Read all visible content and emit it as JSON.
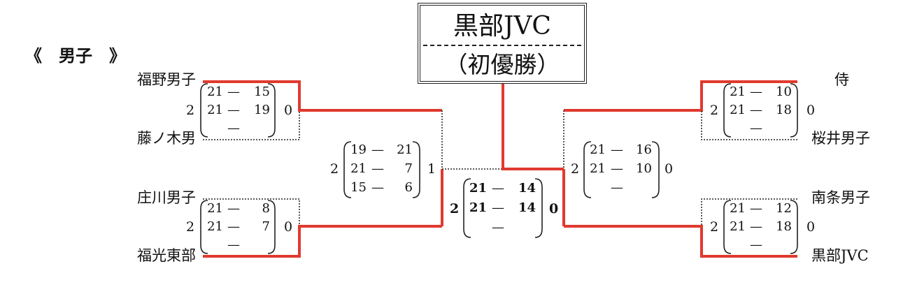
{
  "section_title": "《　男子　》",
  "champion": {
    "name": "黒部JVC",
    "note": "（初優勝）"
  },
  "colors": {
    "winner_line": "#e03a2f",
    "loser_line": "#222222"
  },
  "left_top_match": {
    "team_a": "福野男子",
    "team_b": "藤ノ木男",
    "sets_a": "2",
    "sets_b": "0",
    "sets": [
      {
        "a": "21",
        "b": "15"
      },
      {
        "a": "21",
        "b": "19"
      },
      {
        "a": "",
        "b": ""
      }
    ],
    "winner": "a"
  },
  "left_bottom_match": {
    "team_a": "庄川男子",
    "team_b": "福光東部",
    "sets_a": "2",
    "sets_b": "0",
    "sets": [
      {
        "a": "21",
        "b": "8"
      },
      {
        "a": "21",
        "b": "7"
      },
      {
        "a": "",
        "b": ""
      }
    ],
    "winner": "b"
  },
  "left_semi": {
    "sets_a": "2",
    "sets_b": "1",
    "sets": [
      {
        "a": "19",
        "b": "21"
      },
      {
        "a": "21",
        "b": "7"
      },
      {
        "a": "15",
        "b": "6"
      }
    ],
    "winner": "b"
  },
  "right_top_match": {
    "team_a": "侍",
    "team_b": "桜井男子",
    "sets_a": "2",
    "sets_b": "0",
    "sets": [
      {
        "a": "21",
        "b": "10"
      },
      {
        "a": "21",
        "b": "18"
      },
      {
        "a": "",
        "b": ""
      }
    ],
    "winner": "a"
  },
  "right_bottom_match": {
    "team_a": "南条男子",
    "team_b": "黒部JVC",
    "sets_a": "2",
    "sets_b": "0",
    "sets": [
      {
        "a": "21",
        "b": "12"
      },
      {
        "a": "21",
        "b": "18"
      },
      {
        "a": "",
        "b": ""
      }
    ],
    "winner": "b"
  },
  "right_semi": {
    "sets_a": "2",
    "sets_b": "0",
    "sets": [
      {
        "a": "21",
        "b": "16"
      },
      {
        "a": "21",
        "b": "10"
      },
      {
        "a": "",
        "b": ""
      }
    ],
    "winner": "b"
  },
  "final": {
    "sets_a": "2",
    "sets_b": "0",
    "sets": [
      {
        "a": "21",
        "b": "14"
      },
      {
        "a": "21",
        "b": "14"
      },
      {
        "a": "",
        "b": ""
      }
    ],
    "winner": "b"
  }
}
